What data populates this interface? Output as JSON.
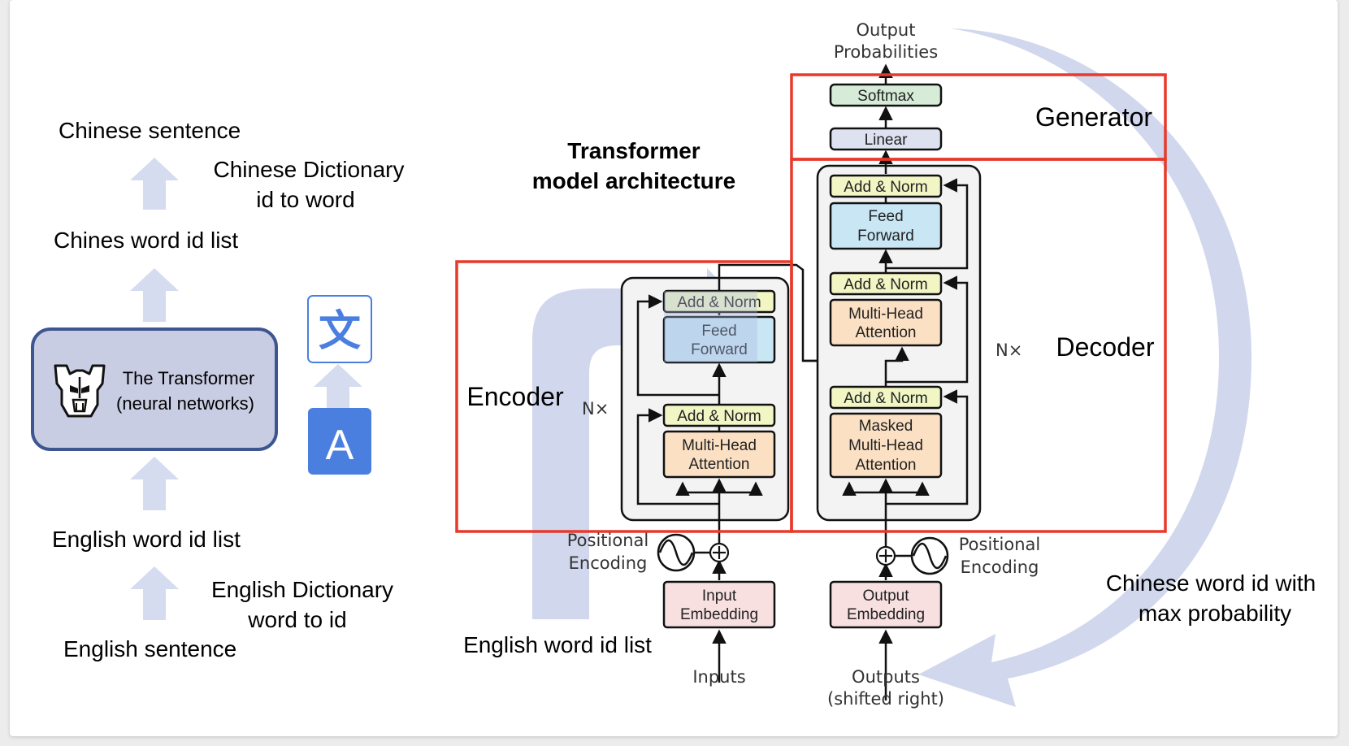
{
  "left_pipeline": {
    "chinese_sentence": "Chinese sentence",
    "chinese_dictionary_line1": "Chinese Dictionary",
    "chinese_dictionary_line2": "id to word",
    "chinese_word_id_list": "Chines word id list",
    "transformer_line1": "The Transformer",
    "transformer_line2": "(neural networks)",
    "english_word_id_list": "English word id list",
    "english_dictionary_line1": "English Dictionary",
    "english_dictionary_line2": "word to id",
    "english_sentence": "English sentence",
    "translate_icon_top": "文",
    "translate_icon_bottom": "A"
  },
  "architecture": {
    "title_line1": "Transformer",
    "title_line2": "model architecture",
    "output_probabilities_line1": "Output",
    "output_probabilities_line2": "Probabilities",
    "softmax": "Softmax",
    "linear": "Linear",
    "generator": "Generator",
    "decoder": "Decoder",
    "encoder": "Encoder",
    "nx_encoder": "N×",
    "nx_decoder": "N×",
    "add_norm": "Add & Norm",
    "feed_forward_line1": "Feed",
    "feed_forward_line2": "Forward",
    "multi_head_line1": "Multi-Head",
    "multi_head_line2": "Attention",
    "masked_line1": "Masked",
    "masked_line2": "Multi-Head",
    "masked_line3": "Attention",
    "positional_line1": "Positional",
    "positional_line2": "Encoding",
    "input_embedding_line1": "Input",
    "input_embedding_line2": "Embedding",
    "output_embedding_line1": "Output",
    "output_embedding_line2": "Embedding",
    "inputs": "Inputs",
    "outputs_line1": "Outputs",
    "outputs_line2": "(shifted right)",
    "english_word_id_list": "English word id list",
    "chinese_max_line1": "Chinese word id with",
    "chinese_max_line2": "max probability"
  },
  "colors": {
    "highlight_red": "#e8392a",
    "flow_arrow": "#c9d0ea",
    "block_arrow": "#d5dcf0",
    "transformer_box_fill": "#c9cde3",
    "transformer_box_border": "#3e5690",
    "translate_blue": "#4a7fe0",
    "add_norm_fill": "#f1f6c4",
    "feed_forward_fill": "#c8e6f4",
    "attention_fill": "#fbe0c3",
    "embedding_fill": "#f8dfe0",
    "softmax_fill": "#d6ecd8",
    "linear_fill": "#dde1f0",
    "stack_fill": "#f3f3f3"
  },
  "icons": [
    "transformers-autobot-icon",
    "google-translate-icon",
    "sine-wave-icon",
    "plus-circle-icon"
  ]
}
